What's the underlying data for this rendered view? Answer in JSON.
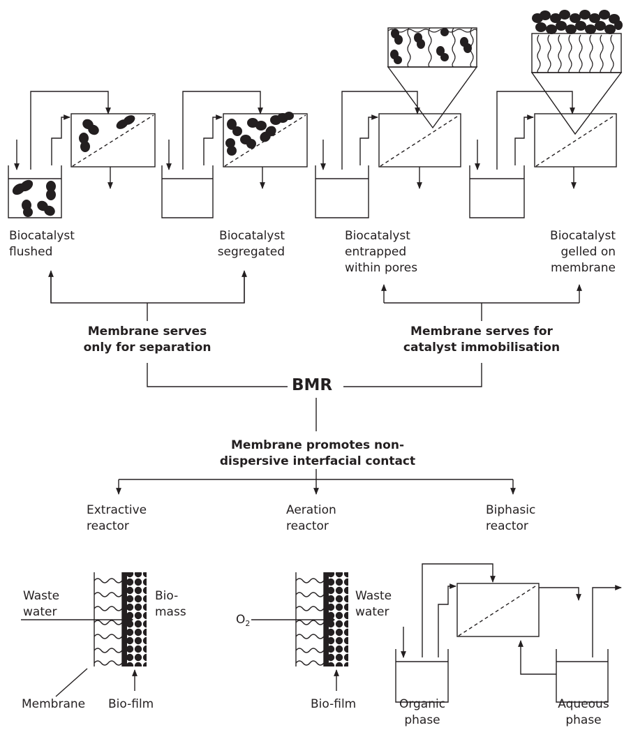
{
  "top_labels": {
    "flushed": [
      "Biocatalyst",
      "flushed"
    ],
    "segregated": [
      "Biocatalyst",
      "segregated"
    ],
    "entrapped": [
      "Biocatalyst",
      "entrapped",
      "within pores"
    ],
    "gelled": [
      "Biocatalyst",
      "gelled on",
      "membrane"
    ]
  },
  "separation_label": [
    "Membrane serves",
    "only for separation"
  ],
  "immobilisation_label": [
    "Membrane serves for",
    "catalyst immobilisation"
  ],
  "center": "BMR",
  "interfacial_label": [
    "Membrane promotes non-",
    "dispersive interfacial contact"
  ],
  "reactors": {
    "extractive": [
      "Extractive",
      "reactor"
    ],
    "aeration": [
      "Aeration",
      "reactor"
    ],
    "biphasic": [
      "Biphasic",
      "reactor"
    ]
  },
  "extractive_detail": {
    "left": [
      "Waste",
      "water"
    ],
    "right": [
      "Bio-",
      "mass"
    ],
    "membrane": "Membrane",
    "biofilm": "Bio-film"
  },
  "aeration_detail": {
    "gas": "O",
    "gas_sub": "2",
    "right": [
      "Waste",
      "water"
    ],
    "biofilm": "Bio-film"
  },
  "biphasic_detail": {
    "organic": [
      "Organic",
      "phase"
    ],
    "aqueous": [
      "Aqueous",
      "phase"
    ]
  },
  "colors": {
    "ink": "#231f20",
    "background": "#ffffff"
  }
}
